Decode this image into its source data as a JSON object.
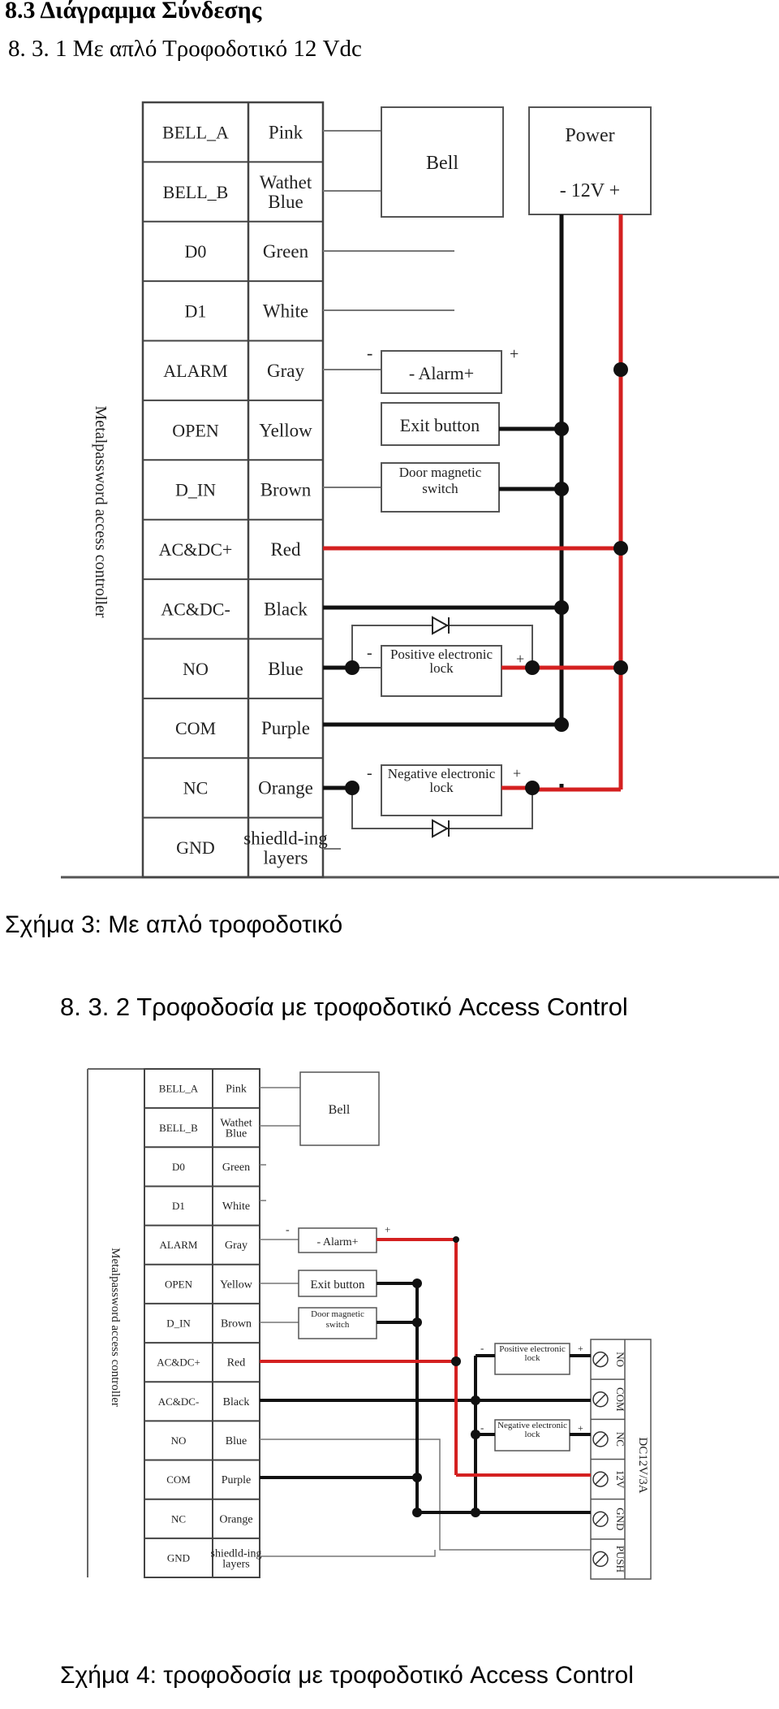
{
  "heading": "8.3 Διάγραμμα Σύνδεσης",
  "sub1": "8. 3. 1 Με απλό Τροφοδοτικό 12 Vdc",
  "caption1": "Σχήμα 3: Με απλό τροφοδοτικό",
  "sub2": "8. 3. 2 Τροφοδοσία με τροφοδοτικό Access Control",
  "caption2": "Σχήμα 4: τροφοδοσία με τροφοδοτικό Access Control",
  "controller_label": "Metalpassword access controller",
  "terminals": [
    "BELL_A",
    "BELL_B",
    "D0",
    "D1",
    "ALARM",
    "OPEN",
    "D_IN",
    "AC&DC+",
    "AC&DC-",
    "NO",
    "COM",
    "NC",
    "GND"
  ],
  "wire_colors": [
    "Pink",
    "Wathet Blue",
    "Green",
    "White",
    "Gray",
    "Yellow",
    "Brown",
    "Red",
    "Black",
    "Blue",
    "Purple",
    "Orange",
    "shiedld-ing layers"
  ],
  "components": {
    "bell": "Bell",
    "power_title": "Power",
    "power_voltage": "- 12V +",
    "alarm": "- Alarm+",
    "exit_button": "Exit button",
    "door_magnetic": "Door magnetic switch",
    "positive_lock": "Positive electronic lock",
    "negative_lock": "Negative electronic lock",
    "minus": "-",
    "plus": "+"
  },
  "psu_terminals": [
    "NO",
    "COM",
    "NC",
    "12V",
    "GND",
    "PUSH"
  ],
  "psu_label": "DC12V/3A",
  "colors": {
    "red_wire": "#d42020",
    "black_wire": "#111111",
    "gray_wire": "#888888"
  }
}
